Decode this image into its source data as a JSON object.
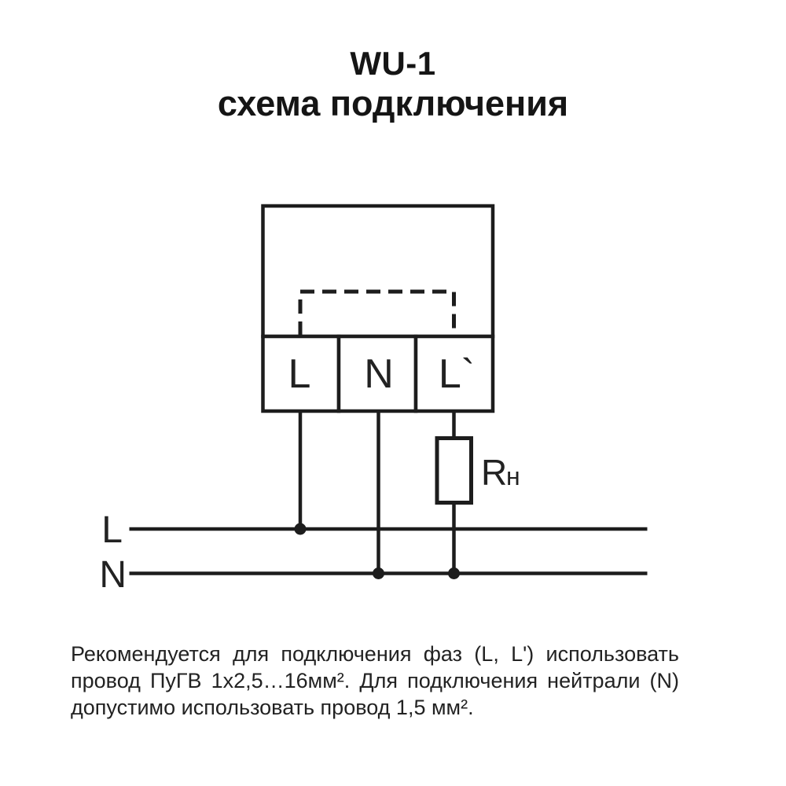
{
  "colors": {
    "ink": "#1d1d1d",
    "background": "#ffffff"
  },
  "title": {
    "model": "WU-1",
    "caption": "схема подключения"
  },
  "diagram": {
    "terminals": [
      {
        "label": "L"
      },
      {
        "label": "N"
      },
      {
        "label": "L`"
      }
    ],
    "load": {
      "symbol": "R",
      "subscript": "н"
    },
    "bus": {
      "phase_label": "L",
      "neutral_label": "N"
    }
  },
  "note": {
    "lines": [
      "Рекомендуется для подключения фаз (L, L') использовать",
      "провод ПуГВ 1х2,5…16мм². Для подключения нейтрали (N)",
      "допустимо использовать провод 1,5 мм²."
    ]
  }
}
